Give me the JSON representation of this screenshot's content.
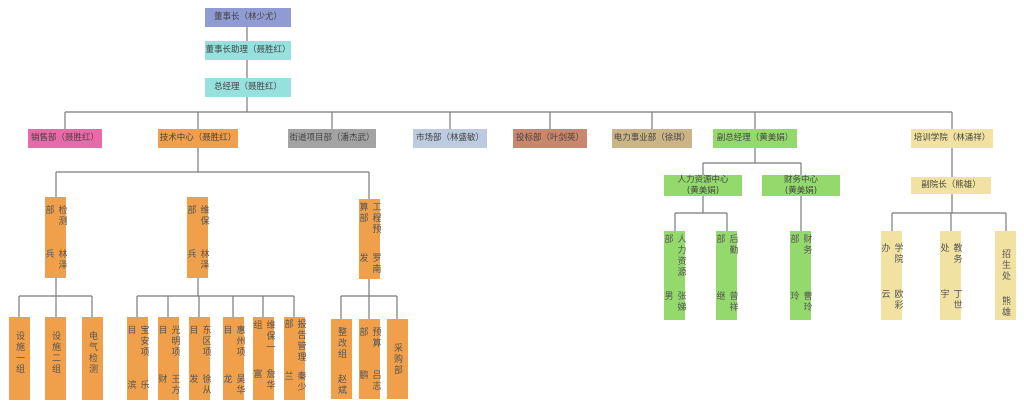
{
  "top": {
    "chairman": "董事长（林少尤）",
    "assistant": "董事长助理（聂胜红）",
    "gm": "总经理（聂胜红）"
  },
  "departments": {
    "sales": "销售部（聂胜红）",
    "tech": "技术中心（聂胜红）",
    "street": "街道项目部（潘杰武）",
    "market": "市场部（林盛敏）",
    "bidding": "投标部（叶剑英）",
    "power": "电力事业部（徐琪）",
    "deputy_gm": "副总经理（黄美娟）",
    "training": "培训学院（林涌祥）"
  },
  "tech_units": [
    {
      "title": "检测部",
      "name": "林泽兵",
      "children": [
        {
          "title": "设施一组",
          "name": ""
        },
        {
          "title": "设施二组",
          "name": ""
        },
        {
          "title": "电气检测",
          "name": ""
        }
      ]
    },
    {
      "title": "维保部",
      "name": "林泽兵",
      "children": [
        {
          "title": "宝安项目",
          "name": "乐滨"
        },
        {
          "title": "光明项目",
          "name": "王方财"
        },
        {
          "title": "东区项目",
          "name": "徐从发"
        },
        {
          "title": "惠州项目",
          "name": "吴华龙"
        },
        {
          "title": "维保一组",
          "name": "詹华富"
        },
        {
          "title": "报告管理部",
          "name": "秦少兰"
        }
      ]
    },
    {
      "title": "工程预算部",
      "name": "罗南发",
      "children": [
        {
          "title": "整改组",
          "name": "赵斌"
        },
        {
          "title": "预算部",
          "name": "吕志鹏"
        },
        {
          "title": "采购部",
          "name": ""
        }
      ]
    }
  ],
  "deputy_units": [
    {
      "title": "人力资源中心",
      "name": "(黄美娟)",
      "children": [
        {
          "title": "人力资源部",
          "name": "张娣男"
        },
        {
          "title": "后勤部",
          "name": "曾祥继"
        }
      ]
    },
    {
      "title": "财务中心",
      "name": "(黄美娟)",
      "children": [
        {
          "title": "财务部",
          "name": "曹玲玲"
        }
      ]
    }
  ],
  "training_units": {
    "vice_dean": "副院长（熊雄）",
    "children": [
      {
        "title": "学院办",
        "name": "欧彩云"
      },
      {
        "title": "教务处",
        "name": "丁世宇"
      },
      {
        "title": "招生处",
        "name": "熊雄"
      }
    ]
  },
  "colors": {
    "chairman": "#8f9bd2",
    "teal": "#96e0de",
    "sales": "#e86aa8",
    "orange": "#f0a04a",
    "gray": "#a3a3a3",
    "market": "#bccbe0",
    "bidding": "#c9886d",
    "power": "#cbb486",
    "green": "#94d96c",
    "yellow": "#f2e2a2"
  }
}
